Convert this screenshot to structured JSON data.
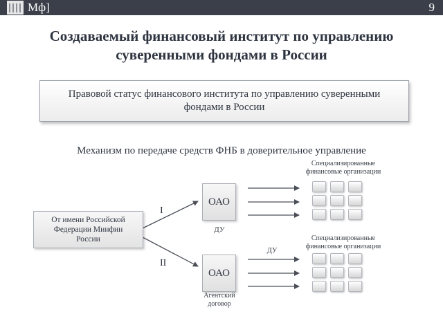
{
  "header": {
    "brand": "Мф]",
    "page_number": "9"
  },
  "title": {
    "line1": "Создаваемый финансовый институт по управлению",
    "line2": "суверенными фондами в России"
  },
  "status_box": {
    "line1": "Правовой статус финансового института по управлению суверенными",
    "line2": "фондами в России"
  },
  "mechanism_caption": "Механизм по передаче средств ФНБ в доверительное управление",
  "diagram": {
    "source_box": {
      "line1": "От имени Российской",
      "line2": "Федерации Минфин",
      "line3": "России"
    },
    "branch_1": {
      "roman": "I",
      "entity": "ОАО",
      "entity_label": "ДУ",
      "orgs_label_line1": "Специализированные",
      "orgs_label_line2": "финансовые организации"
    },
    "branch_2": {
      "roman": "II",
      "entity": "ОАО",
      "entity_label_line1": "Агентский",
      "entity_label_line2": "договор",
      "arrow_label": "ДУ",
      "orgs_label_line1": "Специализированные",
      "orgs_label_line2": "финансовые организации"
    }
  }
}
